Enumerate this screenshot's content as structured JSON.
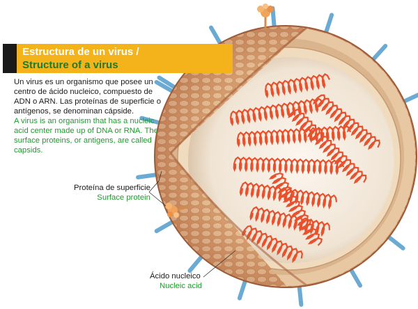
{
  "title": {
    "es": "Estructura de un virus /",
    "en": "Structure of a virus"
  },
  "description": {
    "es": "Un virus es un organismo que posee un centro de ácido nucleico, compuesto de ADN o ARN. Las proteínas de superficie o antígenos, se denominan cápside.",
    "en": "A virus is an organism that has a nucleic acid center made up of DNA or RNA. The surface proteins, or antigens, are called capsids."
  },
  "labels": {
    "surface_protein": {
      "es": "Proteína de superficie",
      "en": "Surface protein"
    },
    "nucleic_acid": {
      "es": "Ácido nucleico",
      "en": "Nucleic acid"
    }
  },
  "colors": {
    "title_bar": "#f4b21b",
    "title_tab": "#1a1a1a",
    "english_text": "#1f9a2e",
    "capsid_outer": "#c98a5e",
    "capsid_inner": "#e9c9a4",
    "core": "#f3ece2",
    "nucleic_acid": "#e8512d",
    "spike": "#7fb6d9",
    "antigen": "#f0a35b"
  }
}
